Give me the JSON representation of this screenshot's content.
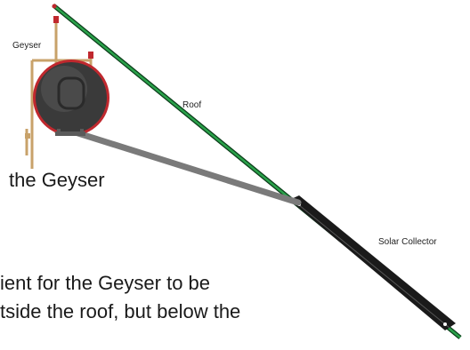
{
  "labels": {
    "geyser": "Geyser",
    "roof": "Roof",
    "solar_collector": "Solar Collector"
  },
  "body_text": {
    "line1": "the Geyser",
    "line2": "ient for the Geyser to be",
    "line3": "tside the roof, but below the"
  },
  "colors": {
    "roof": "#1f8a3c",
    "roof_dark": "#0b3d1a",
    "pipe": "#808080",
    "geyser_body": "#3a3a3a",
    "geyser_rim": "#c0282e",
    "copper_pipe": "#c8a26a",
    "collector": "#1a1a1a"
  }
}
